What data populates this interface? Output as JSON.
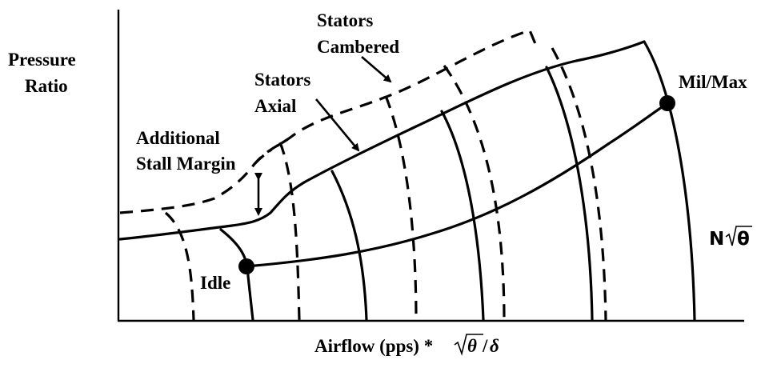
{
  "labels": {
    "y_axis_line1": "Pressure",
    "y_axis_line2": "Ratio",
    "x_axis_prefix": "Airflow (pps) * ",
    "x_axis_theta": "θ",
    "x_axis_slash": "/",
    "x_axis_delta": "δ",
    "stators_cambered_line1": "Stators",
    "stators_cambered_line2": "Cambered",
    "stators_axial_line1": "Stators",
    "stators_axial_line2": "Axial",
    "additional_stall_margin_line1": "Additional",
    "additional_stall_margin_line2": "Stall Margin",
    "idle": "Idle",
    "mil_max": "Mil/Max",
    "speed_N": "N",
    "speed_theta": "θ"
  }
}
